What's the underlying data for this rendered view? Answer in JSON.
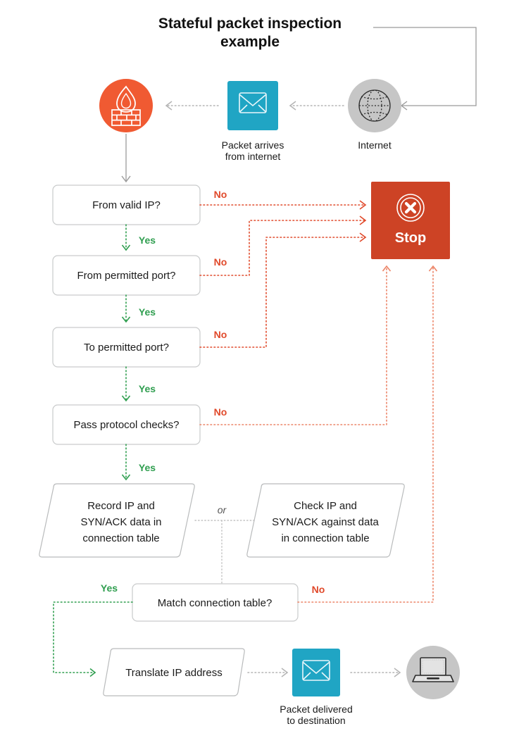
{
  "title": "Stateful packet inspection example",
  "colors": {
    "firewall_orange": "#f05a32",
    "packet_teal": "#20a5c4",
    "internet_gray": "#c6c6c6",
    "stop_red": "#cd4325",
    "yes_green": "#2f9e4f",
    "no_red": "#e0492a",
    "node_border": "#c9cbcc",
    "connector_gray": "#9b9b9b"
  },
  "icons": {
    "firewall": {
      "name": "firewall-flame-icon",
      "caption": ""
    },
    "packet_in": {
      "name": "envelope-icon",
      "caption_line1": "Packet arrives",
      "caption_line2": "from internet"
    },
    "internet": {
      "name": "globe-icon",
      "caption": "Internet"
    },
    "packet_out": {
      "name": "envelope-icon",
      "caption_line1": "Packet delivered",
      "caption_line2": "to destination"
    },
    "destination": {
      "name": "laptop-icon",
      "caption": ""
    }
  },
  "decisions": [
    {
      "id": "valid-ip",
      "label": "From valid IP?",
      "yes": "Yes",
      "no": "No"
    },
    {
      "id": "permitted-from-port",
      "label": "From permitted port?",
      "yes": "Yes",
      "no": "No"
    },
    {
      "id": "permitted-to-port",
      "label": "To permitted port?",
      "yes": "Yes",
      "no": "No"
    },
    {
      "id": "protocol-checks",
      "label": "Pass protocol checks?",
      "yes": "Yes",
      "no": "No"
    },
    {
      "id": "match-connection-table",
      "label": "Match connection table?",
      "yes": "Yes",
      "no": "No"
    }
  ],
  "processes": {
    "record": {
      "line1": "Record IP and",
      "line2": "SYN/ACK data in",
      "line3": "connection table"
    },
    "check": {
      "line1": "Check IP and",
      "line2": "SYN/ACK against data",
      "line3": "in connection table"
    },
    "translate": {
      "line1": "Translate IP address"
    }
  },
  "or_label": "or",
  "terminator": {
    "label": "Stop",
    "icon": "x-circle-icon"
  }
}
